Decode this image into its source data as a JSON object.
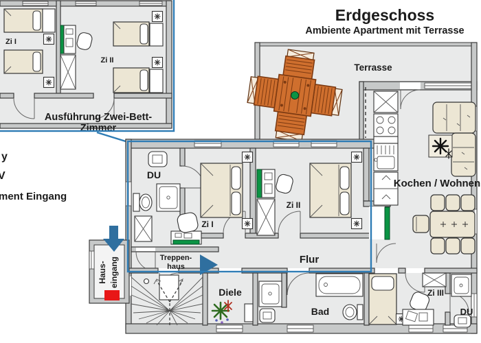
{
  "title": {
    "heading": "Erdgeschoss",
    "subheading": "Ambiente Apartment mit Terrasse"
  },
  "legend": {
    "fragment_1": "y",
    "fragment_2": "V",
    "fragment_3": "ment Eingang"
  },
  "inset": {
    "room_zi1": "Zi I",
    "room_zi2": "Zi II",
    "caption_line1": "Ausführung Zwei-Bett-",
    "caption_line2": "Zimmer"
  },
  "entrance": {
    "arrow_label_line1": "Haus-",
    "arrow_label_line2": "eingang"
  },
  "rooms": {
    "terrasse": "Terrasse",
    "kochen_wohnen": "Kochen / Wohnen",
    "flur": "Flur",
    "diele": "Diele",
    "bad": "Bad",
    "du_left": "DU",
    "du_right": "DU",
    "zi1": "Zi I",
    "zi2": "Zi II",
    "zi3": "Zi III",
    "treppenhaus_line1": "Treppen-",
    "treppenhaus_line2": "haus"
  },
  "colors": {
    "accent": "#2e7cb5",
    "arrow": "#2f6f9f",
    "red": "#e81717",
    "green": "#0b9444",
    "orange": "#cf6f2e",
    "orange_dark": "#7c3a12",
    "wall": "#c7c9c9",
    "floor": "#e9eaea",
    "furniture": "#ece6d4",
    "text": "#1b1b1b"
  }
}
